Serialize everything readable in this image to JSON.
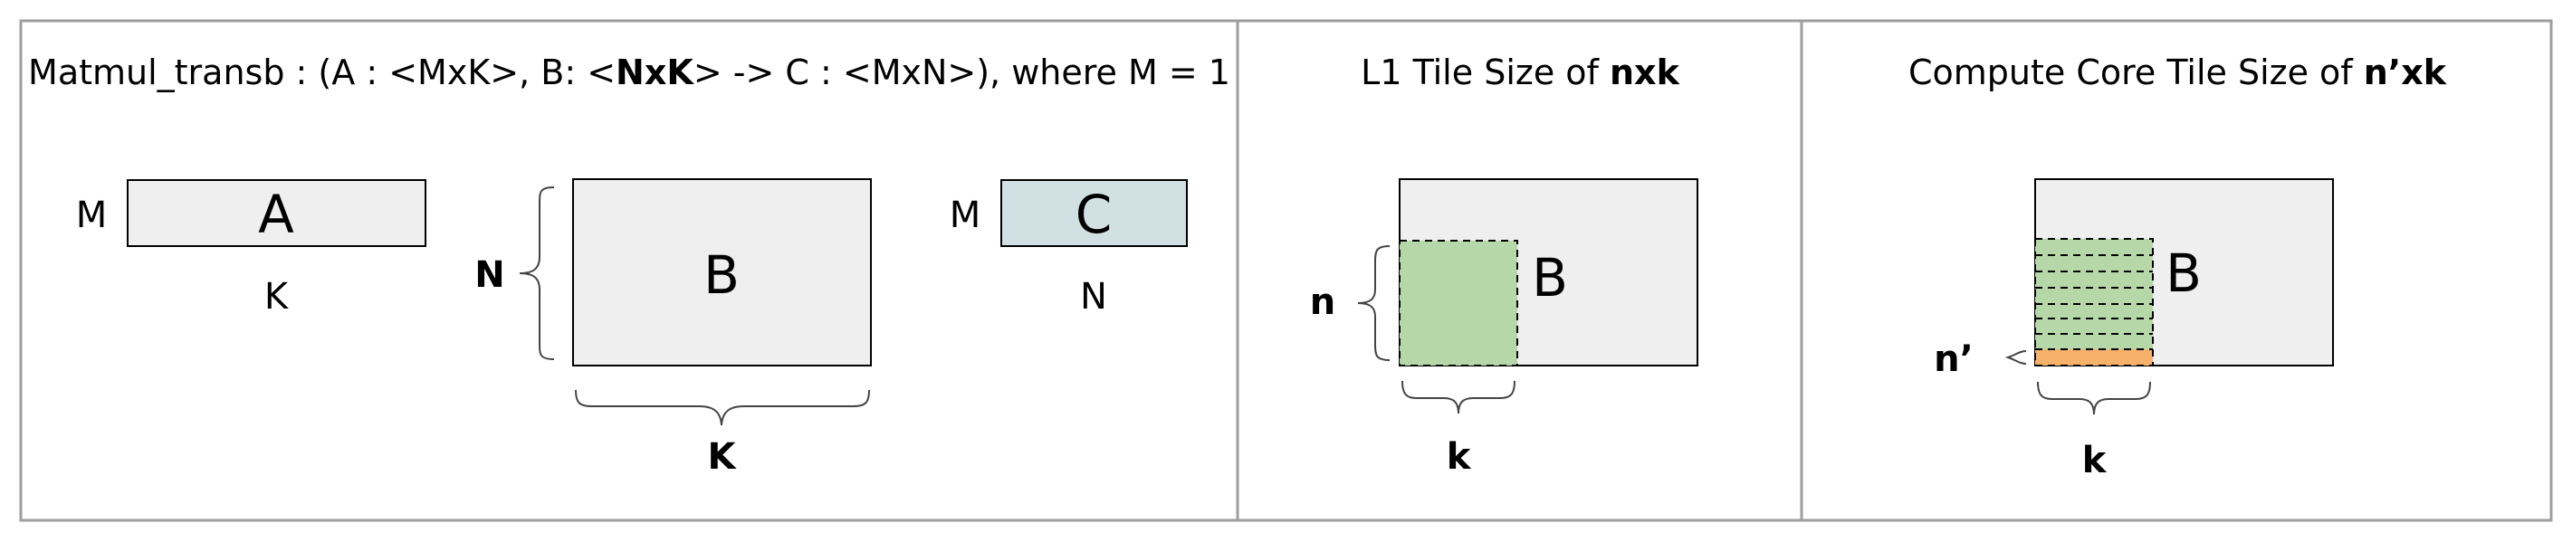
{
  "panels": {
    "matmul": {
      "title": {
        "pre": "Matmul_transb : (A : <MxK>, B: <",
        "bold": "NxK",
        "post": "> -> C : <MxN>), where M = 1"
      },
      "matrix_a": {
        "row_label": "M",
        "name": "A",
        "col_label": "K"
      },
      "matrix_b": {
        "row_label": "N",
        "name": "B",
        "col_label": "K"
      },
      "matrix_c": {
        "row_label": "M",
        "name": "C",
        "col_label": "N"
      }
    },
    "l1_tile": {
      "title": {
        "pre": "L1 Tile Size of ",
        "bold": "nxk"
      },
      "matrix_name": "B",
      "row_label": "n",
      "col_label": "k"
    },
    "core_tile": {
      "title": {
        "pre": "Compute Core Tile Size of ",
        "bold": "n’xk"
      },
      "matrix_name": "B",
      "row_label": "n’",
      "col_label": "k"
    }
  },
  "colors": {
    "border": "#9e9e9e",
    "matrix_fill": "#efefef",
    "output_fill": "#d0e0e3",
    "tile_fill": "#b6d7a8",
    "core_tile_fill": "#f6b26b"
  }
}
